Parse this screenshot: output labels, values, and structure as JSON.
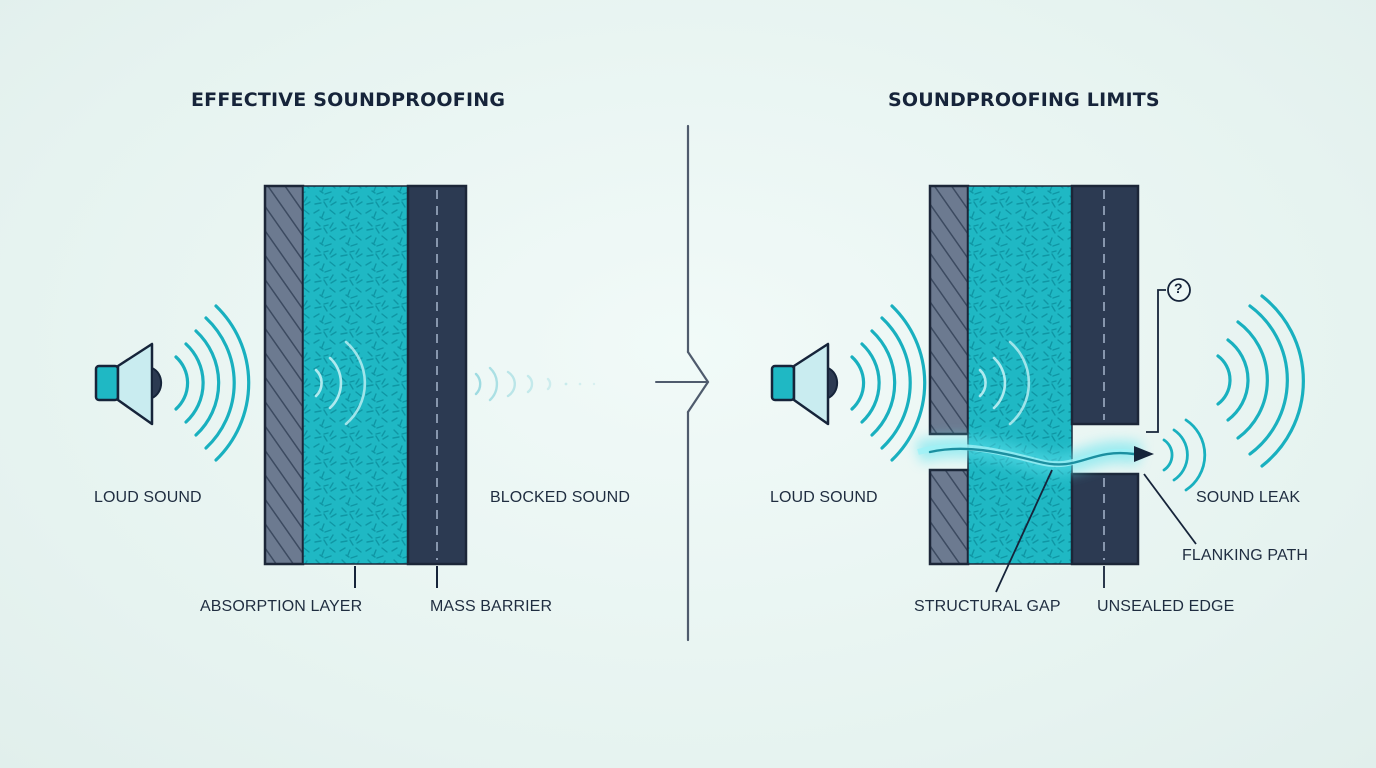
{
  "colors": {
    "background": "#eaf5f2",
    "absorption": "#1fb8c4",
    "barrier": "#2c3a52",
    "hatch_layer": "#6c7a90",
    "wave": "#19b0bf",
    "ink": "#16243a"
  },
  "left_panel": {
    "title": "EFFECTIVE SOUNDPROOFING",
    "source_label": "LOUD SOUND",
    "result_label": "BLOCKED SOUND",
    "absorption_label": "ABSORPTION LAYER",
    "barrier_label": "MASS BARRIER",
    "source_icon": "speaker-icon"
  },
  "right_panel": {
    "title": "SOUNDPROOFING LIMITS",
    "source_label": "LOUD SOUND",
    "leak_label": "SOUND LEAK",
    "flanking_label": "FLANKING PATH",
    "gap_label": "STRUCTURAL GAP",
    "edge_label": "UNSEALED EDGE",
    "question_marker": "?",
    "source_icon": "speaker-icon"
  }
}
